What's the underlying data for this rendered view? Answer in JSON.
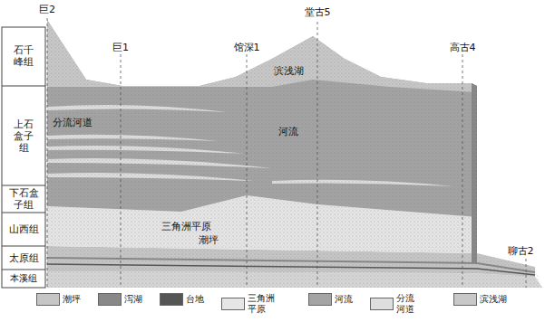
{
  "diagram": {
    "labels": [
      "巨2",
      "巨1",
      "馆深1",
      "堂古5",
      "高古4",
      "聊古2",
      "石千峰组",
      "上石盒子组",
      "下石盒子组",
      "山西组",
      "太原组",
      "本溪组",
      "滨浅湖",
      "河流",
      "分流河道",
      "三角洲平原",
      "潮坪"
    ],
    "legend": [
      {
        "text": "潮坪",
        "color": "#c6c6c6"
      },
      {
        "text": "泻湖",
        "color": "#888888"
      },
      {
        "text": "台地",
        "color": "#555555"
      },
      {
        "text": "三角洲平原",
        "color": "#e6e6e6"
      },
      {
        "text": "河流",
        "color": "#a4a4a4"
      },
      {
        "text": "分流河道",
        "color": "#dedede"
      },
      {
        "text": "滨浅湖",
        "color": "#c8c8c8"
      }
    ]
  }
}
